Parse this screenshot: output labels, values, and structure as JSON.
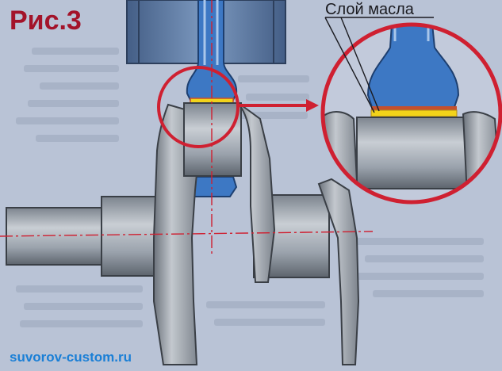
{
  "figure_label": "Рис.3",
  "callout_label": "Слой масла",
  "watermark": "suvorov-custom.ru",
  "colors": {
    "background": "#b9c3d6",
    "steel": "#9aa2ac",
    "steel_dark": "#5d646d",
    "piston": "#6f8fb8",
    "rod": "#3d78c4",
    "oil_layer": "#f2d31a",
    "bearing_liner": "#c4502e",
    "magnifier": "#cf2031",
    "figure_label": "#a3132a",
    "watermark": "#1a7fd6"
  }
}
